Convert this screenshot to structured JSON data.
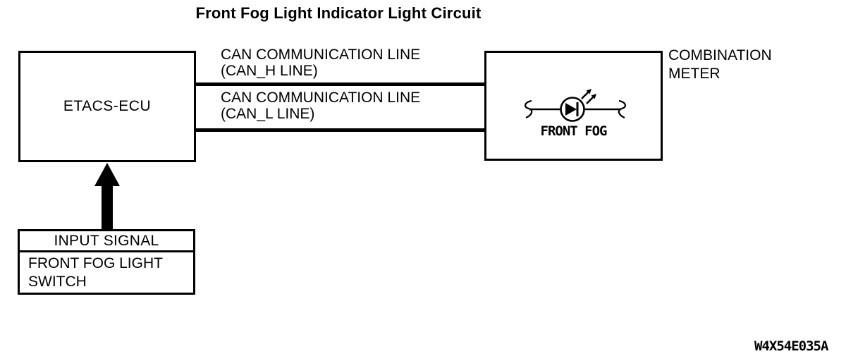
{
  "title": "Front Fog Light Indicator Light Circuit",
  "colors": {
    "background": "#ffffff",
    "line": "#000000",
    "text": "#000000"
  },
  "etacs": {
    "label": "ETACS-ECU"
  },
  "can_lines": [
    {
      "name": "CAN_H",
      "label_line1": "CAN COMMUNICATION LINE",
      "label_line2": "(CAN_H LINE)"
    },
    {
      "name": "CAN_L",
      "label_line1": "CAN COMMUNICATION LINE",
      "label_line2": "(CAN_L LINE)"
    }
  ],
  "combination_meter": {
    "outside_label_line1": "COMBINATION",
    "outside_label_line2": "METER",
    "indicator_label": "FRONT FOG",
    "icon": "led-indicator-icon"
  },
  "input_signal": {
    "header": "INPUT SIGNAL",
    "source_line1": "FRONT FOG LIGHT",
    "source_line2": "SWITCH",
    "arrow_icon": "up-arrow-icon"
  },
  "figure_code": "W4X54E035A"
}
